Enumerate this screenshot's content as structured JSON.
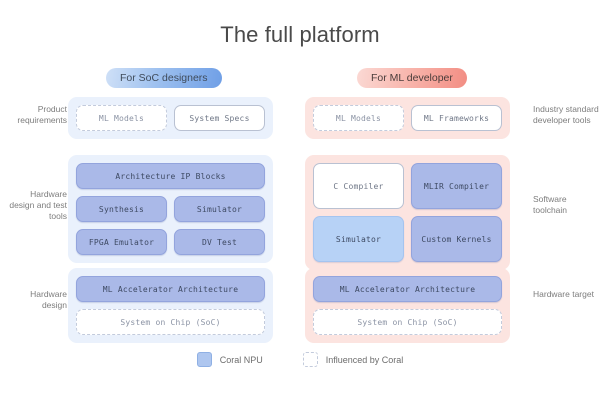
{
  "page": {
    "title": "The full platform"
  },
  "badges": {
    "soc": "For SoC designers",
    "ml": "For ML developer",
    "soc_color": "#6f9fe6",
    "ml_color": "#f28d83"
  },
  "side_labels": {
    "left": [
      "Product requirements",
      "Hardware design and test tools",
      "Hardware design"
    ],
    "right": [
      "Industry standard developer tools",
      "Software toolchain",
      "Hardware target"
    ]
  },
  "columns": {
    "soc": {
      "panels": [
        {
          "tone": "blue",
          "rows": [
            [
              {
                "label": "ML Models",
                "style": "dashed"
              },
              {
                "label": "System Specs",
                "style": "solid"
              }
            ]
          ]
        },
        {
          "tone": "blue",
          "rows": [
            [
              {
                "label": "Architecture IP Blocks",
                "style": "coral",
                "full": true
              }
            ],
            [
              {
                "label": "Synthesis",
                "style": "coral"
              },
              {
                "label": "Simulator",
                "style": "coral"
              }
            ],
            [
              {
                "label": "FPGA Emulator",
                "style": "coral"
              },
              {
                "label": "DV Test",
                "style": "coral"
              }
            ]
          ]
        },
        {
          "tone": "blue",
          "rows": [
            [
              {
                "label": "ML Accelerator Architecture",
                "style": "coral",
                "full": true
              }
            ],
            [
              {
                "label": "System on Chip (SoC)",
                "style": "dashed",
                "full": true
              }
            ]
          ]
        }
      ]
    },
    "ml": {
      "panels": [
        {
          "tone": "pink",
          "rows": [
            [
              {
                "label": "ML Models",
                "style": "dashed"
              },
              {
                "label": "ML Frameworks",
                "style": "solid"
              }
            ]
          ]
        },
        {
          "tone": "pink",
          "rows": [
            [
              {
                "label": "C Compiler",
                "style": "solid",
                "tall": true
              },
              {
                "label": "MLIR Compiler",
                "style": "coral",
                "tall": true
              }
            ],
            [
              {
                "label": "Simulator",
                "style": "coral-light",
                "tall": true
              },
              {
                "label": "Custom Kernels",
                "style": "coral",
                "tall": true
              }
            ]
          ]
        },
        {
          "tone": "pink",
          "rows": [
            [
              {
                "label": "ML Accelerator Architecture",
                "style": "coral",
                "full": true
              }
            ],
            [
              {
                "label": "System on Chip (SoC)",
                "style": "dashed",
                "full": true
              }
            ]
          ]
        }
      ]
    }
  },
  "legend": [
    {
      "label": "Coral NPU",
      "style": "coral"
    },
    {
      "label": "Influenced by Coral",
      "style": "dashed"
    }
  ]
}
